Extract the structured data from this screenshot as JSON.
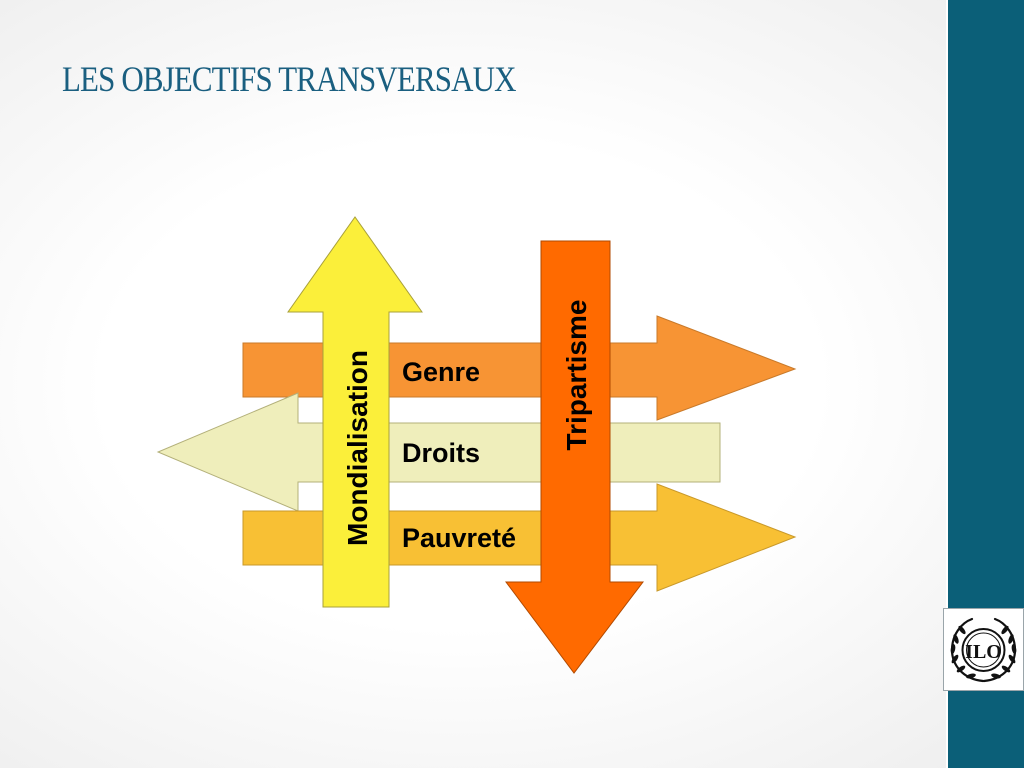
{
  "slide": {
    "title": "LES OBJECTIFS TRANSVERSAUX"
  },
  "diagram": {
    "horizontal_arrows": [
      {
        "label": "Genre",
        "direction": "right",
        "color": "#f79434"
      },
      {
        "label": "Droits",
        "direction": "left",
        "color": "#efeebb"
      },
      {
        "label": "Pauvreté",
        "direction": "right",
        "color": "#f8c034"
      }
    ],
    "vertical_arrows": [
      {
        "label": "Mondialisation",
        "direction": "up",
        "color": "#fbef3a"
      },
      {
        "label": "Tripartisme",
        "direction": "down",
        "color": "#ff6a00"
      }
    ]
  },
  "logo": {
    "text": "ILO",
    "icon": "ilo-emblem-icon"
  },
  "colors": {
    "sidebar": "#0b5f78",
    "title": "#1a5f80"
  }
}
